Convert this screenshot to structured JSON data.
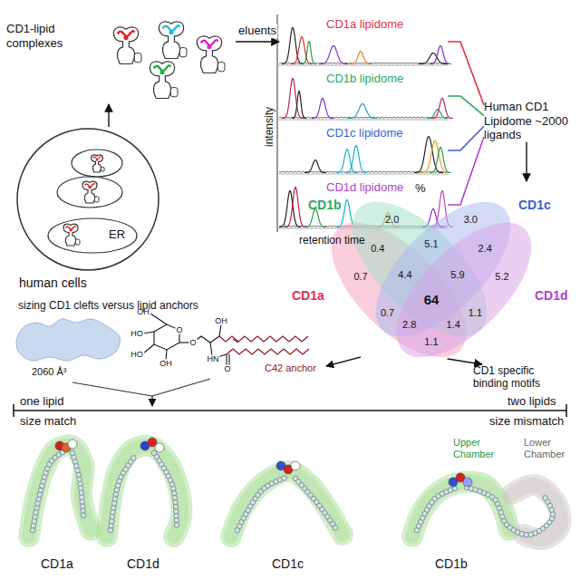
{
  "diagram": {
    "nodes": [
      {
        "text": [
          "CD1-lipid complexes"
        ]
      },
      {
        "text": [
          "human cells"
        ]
      },
      {
        "text": [
          "ER"
        ],
        "in": 1
      },
      {
        "text": [
          "CD1a lipidome"
        ]
      },
      {
        "text": [
          "CD1b lipidome"
        ]
      },
      {
        "text": [
          "CD1c lipidome"
        ]
      },
      {
        "text": [
          "CD1d lipidome"
        ]
      },
      {
        "text": [
          "Human CD1 Lipidome ~2000 ligands"
        ]
      },
      {
        "text": [
          "%"
        ]
      },
      {
        "text": [
          "CD1 specific binding motifs"
        ]
      }
    ],
    "edges": [
      {
        "from": 1,
        "to": 0,
        "arrow": "to"
      },
      {
        "from": 0,
        "to": 3,
        "label": "eluents",
        "arrow": "to"
      },
      {
        "from": 3,
        "to": 7,
        "arrow": "none"
      },
      {
        "from": 4,
        "to": 7,
        "arrow": "none"
      },
      {
        "from": 5,
        "to": 7,
        "arrow": "none"
      },
      {
        "from": 6,
        "to": 7,
        "arrow": "none"
      },
      {
        "from": 7,
        "to": 8,
        "arrow": "to"
      },
      {
        "from": 8,
        "to": 9,
        "arrow": "to"
      }
    ],
    "labels": [
      "intensity",
      "retention time",
      "2.0",
      "3.0",
      "0.4",
      "5.1",
      "2.4",
      "0.7",
      "4.4",
      "5.9",
      "5.2",
      "64",
      "0.7",
      "2.8",
      "1.4",
      "1.1",
      "1.1",
      "CD1b",
      "CD1c",
      "CD1a",
      "CD1d",
      "sizing CD1 clefts versus lipid anchors",
      "2060 Å³",
      "OH",
      "HO",
      "O",
      "HO",
      "OH",
      "O",
      "OH",
      "HN",
      "O",
      "C42 anchor",
      "one lipid",
      "size match",
      "two lipids",
      "size mismatch",
      "CD1a",
      "CD1d",
      "CD1c",
      "CD1b",
      "Upper Chamber",
      "Lower Chamber"
    ]
  }
}
